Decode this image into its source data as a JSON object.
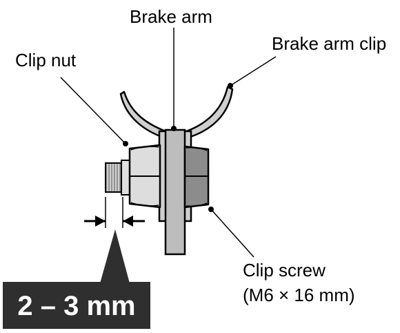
{
  "diagram": {
    "labels": {
      "brake_arm": "Brake arm",
      "brake_arm_clip": "Brake arm clip",
      "clip_nut": "Clip nut",
      "clip_screw_line1": "Clip screw",
      "clip_screw_line2": "(M6 × 16 mm)"
    },
    "dimension": "2 – 3 mm",
    "colors": {
      "nut_fill": "#d9d9d9",
      "dark_nut_fill": "#8c8c8c",
      "arm_fill": "#bdbdbd",
      "callout_box": "#2f2f2f",
      "stroke": "#000000"
    }
  }
}
